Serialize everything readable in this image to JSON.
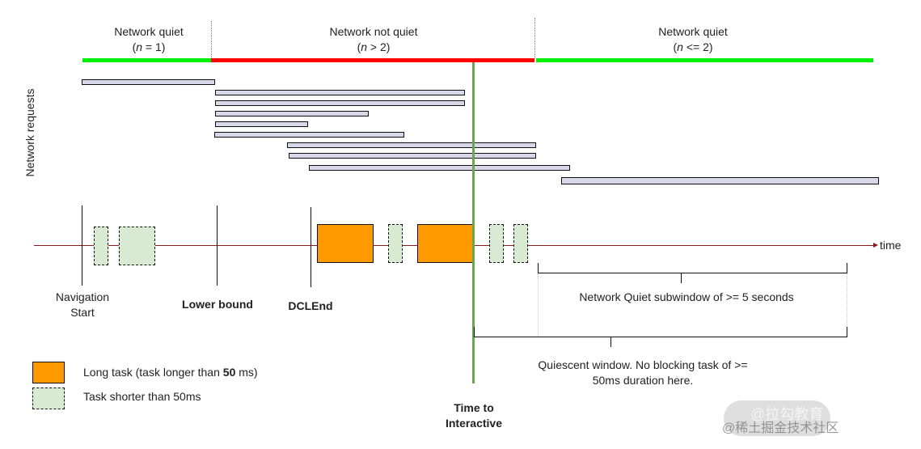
{
  "segments": [
    {
      "title": "Network quiet",
      "cond_var": "n",
      "cond_rest": " = 1)",
      "state": "quiet",
      "color": "#00ee00"
    },
    {
      "title": "Network not quiet",
      "cond_var": "n",
      "cond_rest": " > 2)",
      "state": "not-quiet",
      "color": "#ff0000"
    },
    {
      "title": "Network quiet",
      "cond_var": "n",
      "cond_rest": " <= 2)",
      "state": "quiet",
      "color": "#00ee00"
    }
  ],
  "y_axis_label": "Network requests",
  "axis_label": "time",
  "markers": {
    "navigation_start": "Navigation\nStart",
    "navigation_start_line1": "Navigation",
    "navigation_start_line2": "Start",
    "lower_bound": "Lower bound",
    "dcl_end": "DCLEnd",
    "tti_line1": "Time to",
    "tti_line2": "Interactive"
  },
  "annotations": {
    "network_quiet_subwindow": "Network Quiet subwindow of >= 5 seconds",
    "quiescent_line1": "Quiescent window. No blocking task of >=",
    "quiescent_line2": "50ms duration here."
  },
  "legend": {
    "long_task_prefix": "Long task (task longer than ",
    "long_task_bold": "50",
    "long_task_suffix": " ms)",
    "short_task": "Task shorter than 50ms"
  },
  "colors": {
    "quiet": "#00ee00",
    "not_quiet": "#ff0000",
    "tti_line": "#6aa84f",
    "long_task": "#ff9900",
    "short_task": "#d9ead3",
    "request_bar": "#d9d7ea",
    "time_axis": "#8b1a1a"
  },
  "watermark": "@稀土掘金技术社区",
  "watermark_faint": "@拉勾教育"
}
